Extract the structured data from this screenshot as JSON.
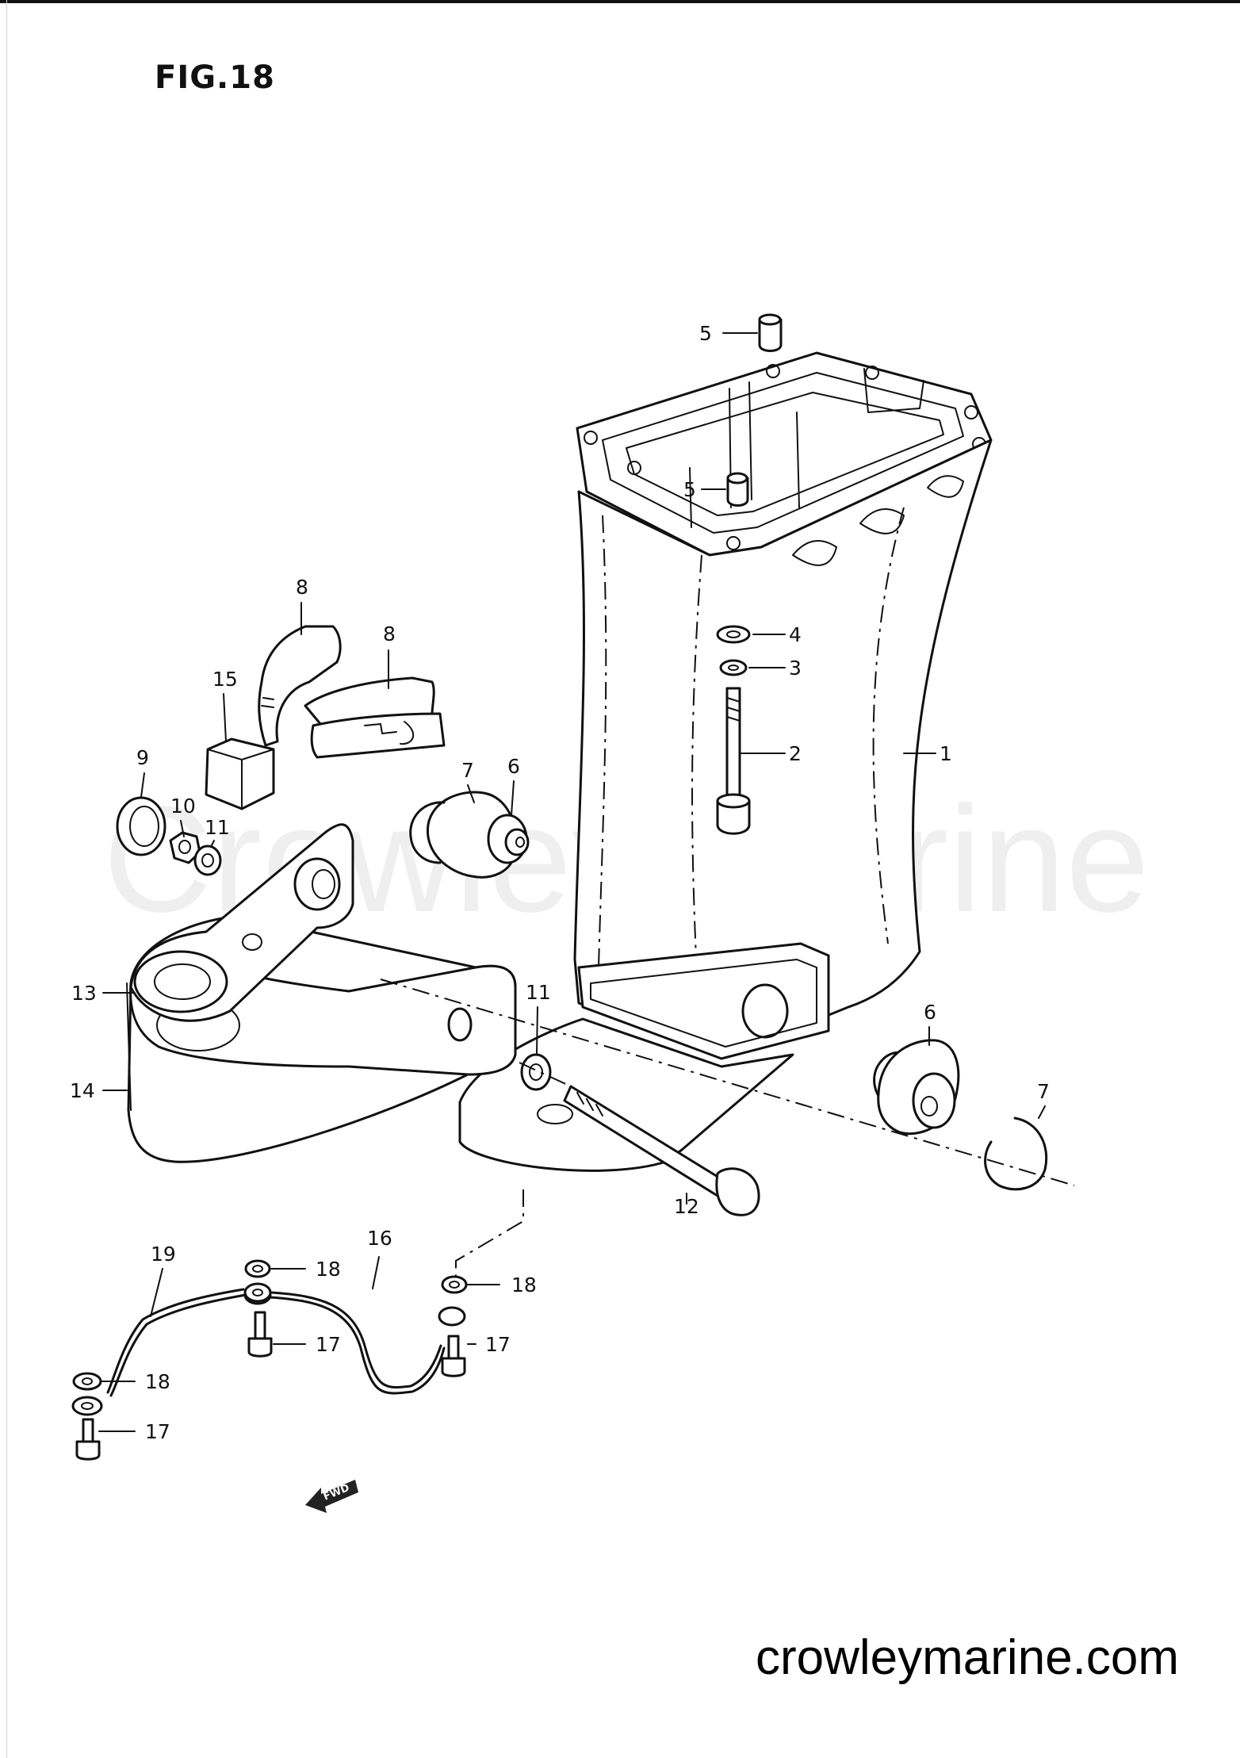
{
  "figure": {
    "title": "FIG.18"
  },
  "watermark": "Crowley Marine",
  "website": "crowleymarine.com",
  "direction_badge": "FWD",
  "callouts": [
    {
      "id": "c5a",
      "label": "5"
    },
    {
      "id": "c5b",
      "label": "5"
    },
    {
      "id": "c4",
      "label": "4"
    },
    {
      "id": "c3",
      "label": "3"
    },
    {
      "id": "c2",
      "label": "2"
    },
    {
      "id": "c1",
      "label": "1"
    },
    {
      "id": "c8a",
      "label": "8"
    },
    {
      "id": "c8b",
      "label": "8"
    },
    {
      "id": "c15",
      "label": "15"
    },
    {
      "id": "c7a",
      "label": "7"
    },
    {
      "id": "c6a",
      "label": "6"
    },
    {
      "id": "c9",
      "label": "9"
    },
    {
      "id": "c10",
      "label": "10"
    },
    {
      "id": "c11a",
      "label": "11"
    },
    {
      "id": "c13",
      "label": "13"
    },
    {
      "id": "c11b",
      "label": "11"
    },
    {
      "id": "c6b",
      "label": "6"
    },
    {
      "id": "c7b",
      "label": "7"
    },
    {
      "id": "c14",
      "label": "14"
    },
    {
      "id": "c12",
      "label": "12"
    },
    {
      "id": "c16",
      "label": "16"
    },
    {
      "id": "c19",
      "label": "19"
    },
    {
      "id": "c18a",
      "label": "18"
    },
    {
      "id": "c18b",
      "label": "18"
    },
    {
      "id": "c17a",
      "label": "17"
    },
    {
      "id": "c17b",
      "label": "17"
    },
    {
      "id": "c18c",
      "label": "18"
    },
    {
      "id": "c17c",
      "label": "17"
    }
  ]
}
